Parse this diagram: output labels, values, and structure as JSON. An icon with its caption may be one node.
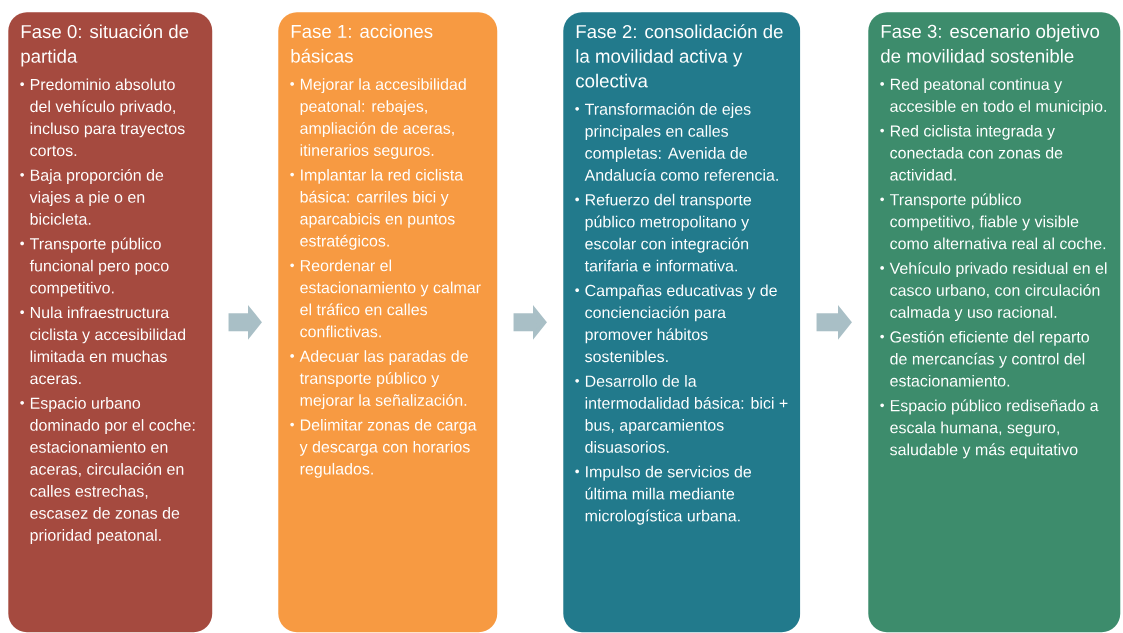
{
  "diagram": {
    "nodes": [
      {
        "text": [
          "Fase 0: situación de partida",
          "Predominio absoluto del vehículo privado, incluso para trayectos cortos.",
          "Baja proporción de viajes a pie o en bicicleta.",
          "Transporte público funcional pero poco competitivo.",
          "Nula infraestructura ciclista y accesibilidad limitada en muchas aceras.",
          "Espacio urbano dominado por el coche: estacionamiento en aceras, circulación en calles estrechas, escasez de zonas de prioridad peatonal."
        ]
      },
      {
        "text": [
          "Fase 1: acciones básicas",
          "Mejorar la accesibilidad peatonal: rebajes, ampliación de aceras, itinerarios seguros.",
          "Implantar la red ciclista básica: carriles bici y aparcabicis en puntos estratégicos.",
          "Reordenar el estacionamiento y calmar el tráfico en calles conflictivas.",
          "Adecuar las paradas de transporte público y mejorar la señalización.",
          "Delimitar zonas de carga y descarga con horarios regulados."
        ]
      },
      {
        "text": [
          "Fase 2: consolidación de la movilidad activa y colectiva",
          "Transformación de ejes principales en calles completas: Avenida de Andalucía como referencia.",
          "Refuerzo del transporte público metropolitano y escolar con integración tarifaria e informativa.",
          "Campañas educativas y de concienciación para promover hábitos sostenibles.",
          "Desarrollo de la intermodalidad básica: bici + bus, aparcamientos disuasorios.",
          "Impulso de servicios de última milla mediante micrologística urbana."
        ]
      },
      {
        "text": [
          "Fase 3: escenario objetivo de movilidad sostenible",
          "Red peatonal continua y accesible en todo el municipio.",
          "Red ciclista integrada y conectada con zonas de actividad.",
          "Transporte público competitivo, fiable y visible como alternativa real al coche.",
          "Vehículo privado residual en el casco urbano, con circulación calmada y uso racional.",
          "Gestión eficiente del reparto de mercancías y control del estacionamiento.",
          "Espacio público rediseñado a escala humana, seguro, saludable y más equitativo"
        ]
      }
    ],
    "edges": [
      {
        "from": 0,
        "to": 1,
        "arrow": "to"
      },
      {
        "from": 1,
        "to": 2,
        "arrow": "to"
      },
      {
        "from": 2,
        "to": 3,
        "arrow": "to"
      }
    ]
  }
}
